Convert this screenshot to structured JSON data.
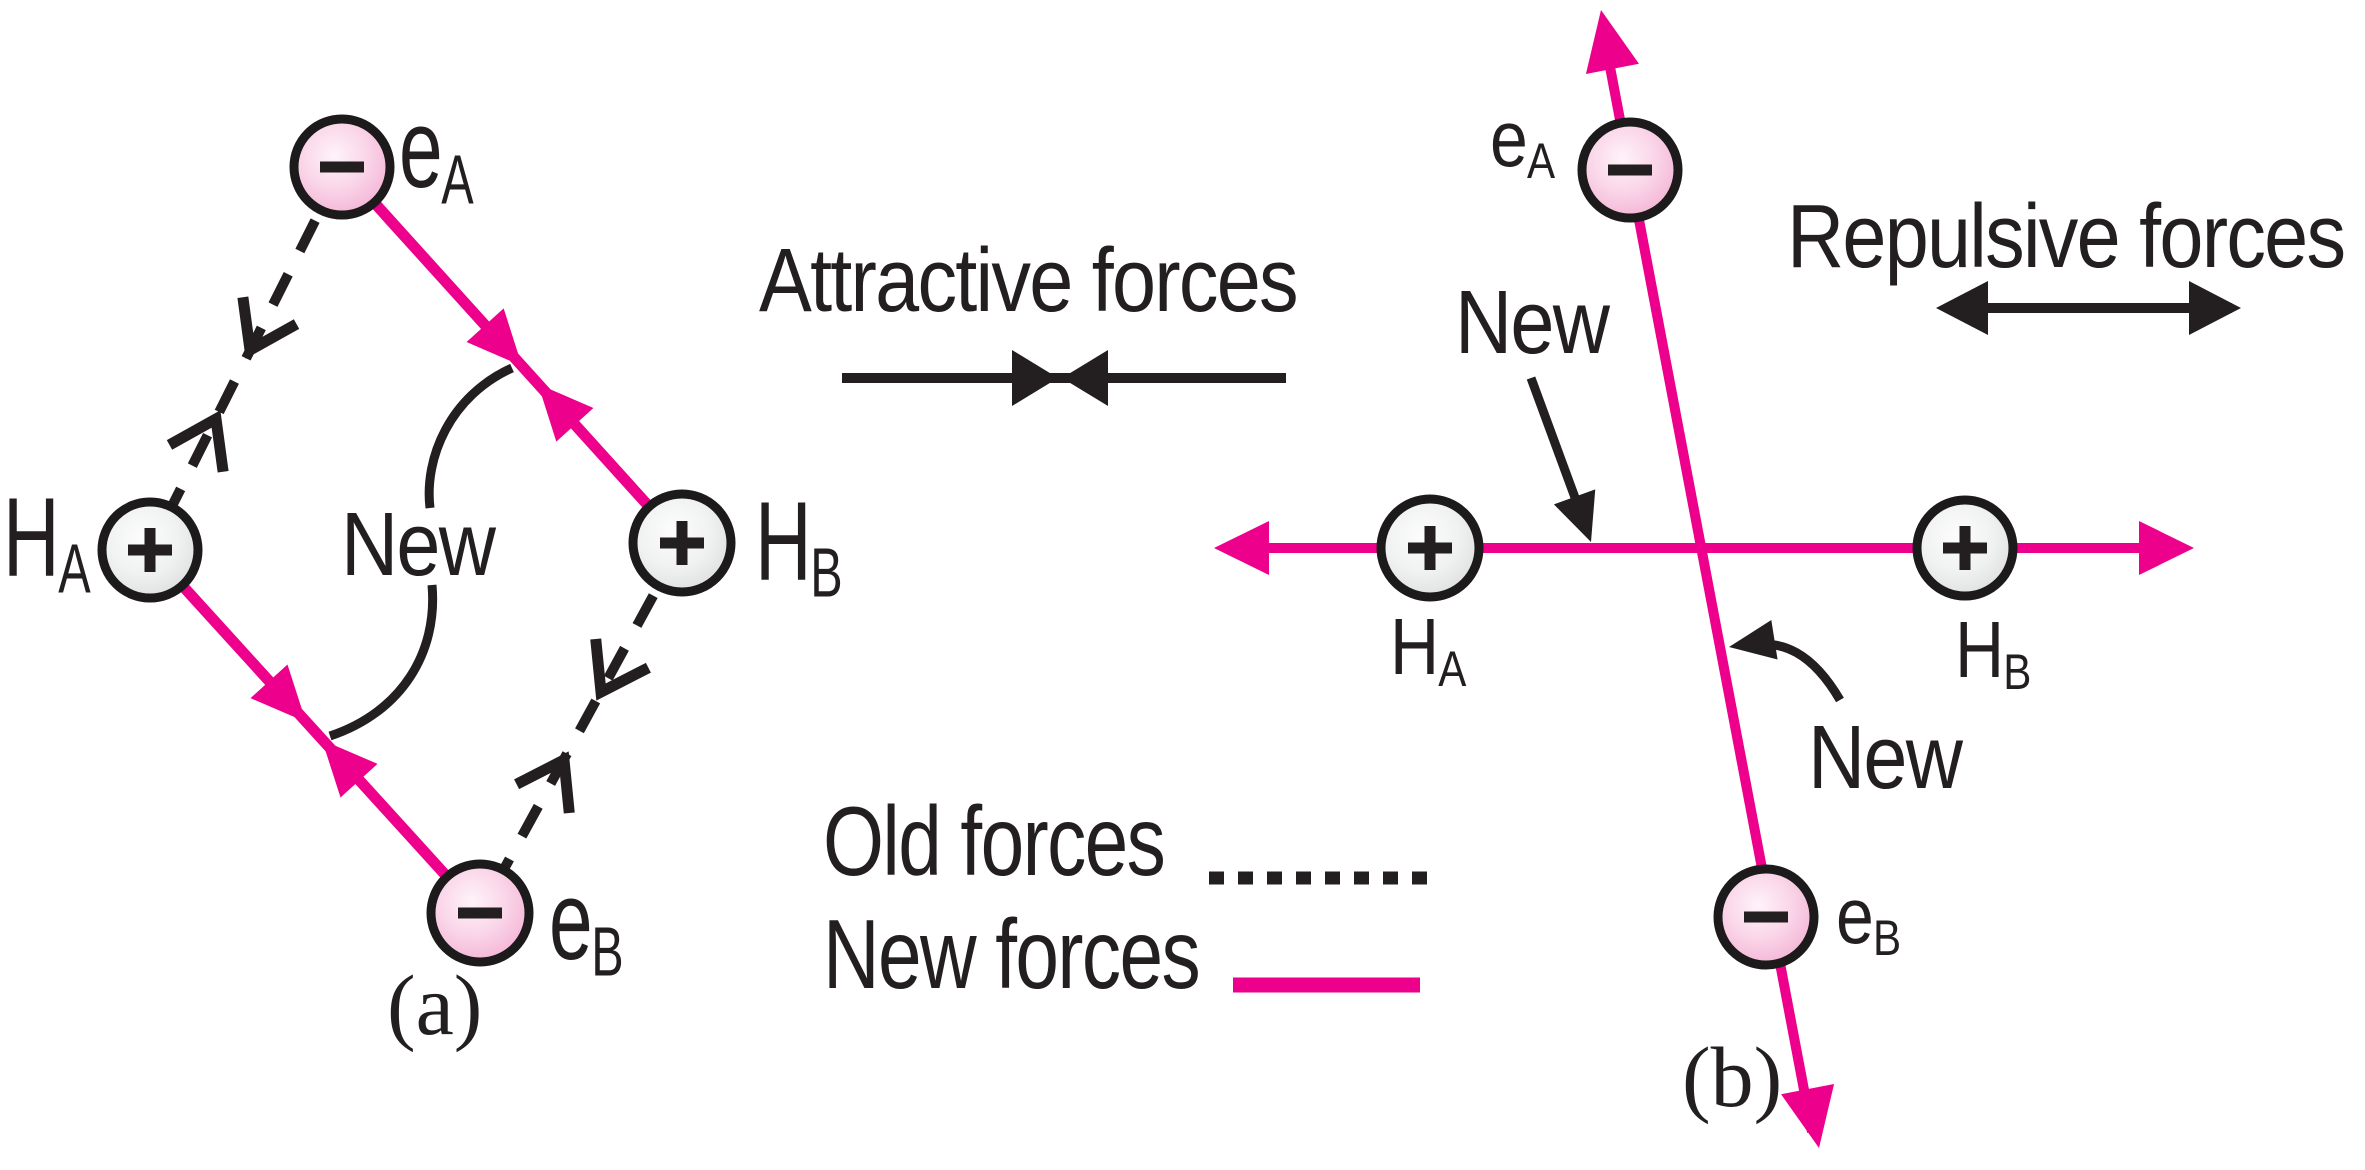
{
  "diagram_a": {
    "caption": "(a)",
    "new_label": "New",
    "particles": {
      "eA": {
        "base": "e",
        "sub": "A",
        "charge": "−"
      },
      "HA": {
        "base": "H",
        "sub": "A",
        "charge": "+"
      },
      "HB": {
        "base": "H",
        "sub": "B",
        "charge": "+"
      },
      "eB": {
        "base": "e",
        "sub": "B",
        "charge": "−"
      }
    }
  },
  "diagram_b": {
    "caption": "(b)",
    "new_label_top": "New",
    "new_label_bottom": "New",
    "particles": {
      "eA": {
        "base": "e",
        "sub": "A",
        "charge": "−"
      },
      "HA": {
        "base": "H",
        "sub": "A",
        "charge": "+"
      },
      "HB": {
        "base": "H",
        "sub": "B",
        "charge": "+"
      },
      "eB": {
        "base": "e",
        "sub": "B",
        "charge": "−"
      }
    }
  },
  "annotations": {
    "attractive": "Attractive forces",
    "repulsive": "Repulsive forces"
  },
  "legend": {
    "old_label": "Old forces",
    "new_label": "New forces",
    "old_line_style": "dotted-black",
    "new_line_style": "solid-magenta"
  },
  "colors": {
    "magenta": "#EC008C",
    "ink": "#231F20",
    "electron_fill": "#F5B5D8",
    "nucleus_fill": "#E8E9EA"
  }
}
